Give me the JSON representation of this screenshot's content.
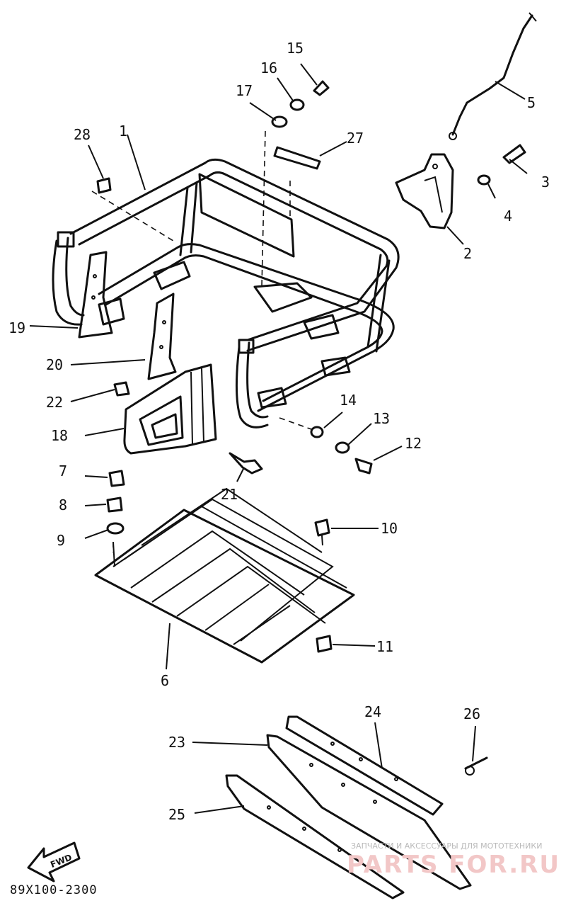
{
  "callouts": [
    "1",
    "2",
    "3",
    "4",
    "5",
    "6",
    "7",
    "8",
    "9",
    "10",
    "11",
    "12",
    "13",
    "14",
    "15",
    "16",
    "17",
    "18",
    "19",
    "20",
    "21",
    "22",
    "23",
    "24",
    "25",
    "26",
    "27",
    "28"
  ],
  "fwd_label": "FWD",
  "drawing_code": "89X100-2300",
  "watermark": {
    "caption": "ЗАПЧАСТИ И АКСЕССУАРЫ ДЛЯ МОТОТЕХНИКИ",
    "logo_text": "PARTS FOR.RU"
  }
}
